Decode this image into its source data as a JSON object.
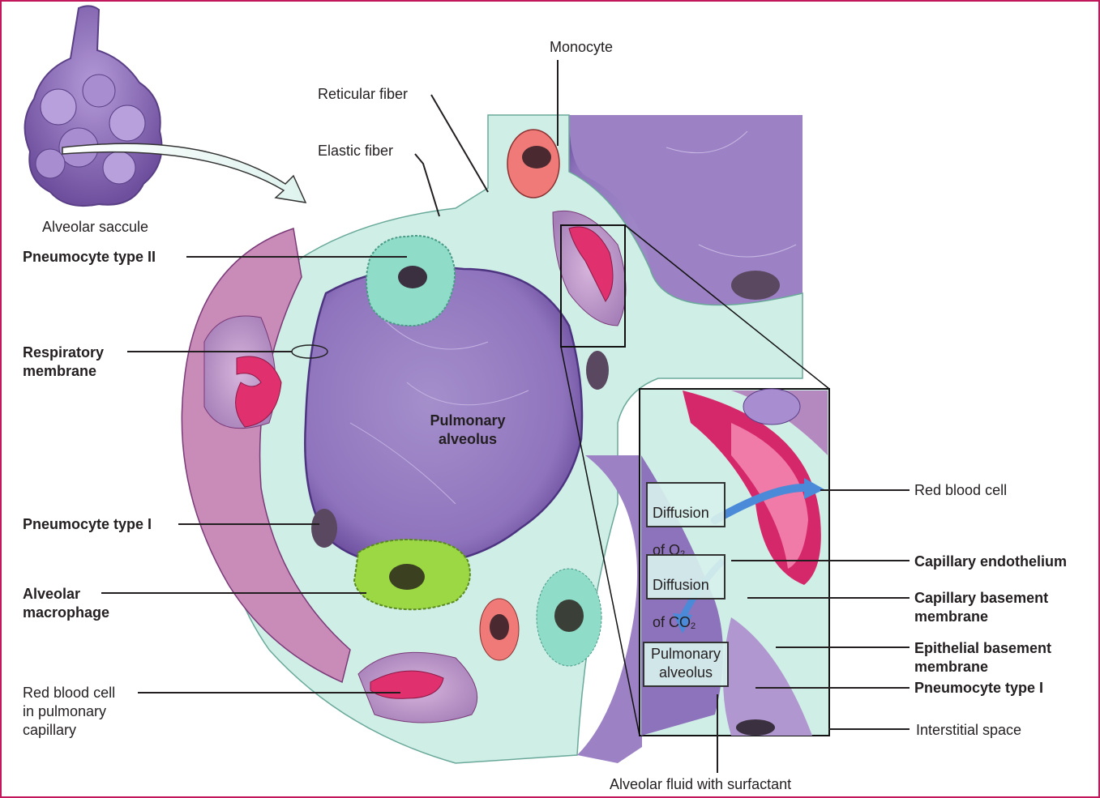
{
  "colors": {
    "frame": "#c2185b",
    "interstitial": "#cfeee6",
    "alveolus": "#9c82c2",
    "alveolus_dark": "#6a4c9c",
    "capillary": "#c8a0d0",
    "rbc": "#e0306e",
    "pneumocyte2": "#8fdcc8",
    "macrophage": "#9bd844",
    "monocyte": "#ef7a78",
    "saccule": "#8c6cb8"
  },
  "labels": {
    "monocyte": "Monocyte",
    "reticular_fiber": "Reticular fiber",
    "elastic_fiber": "Elastic fiber",
    "alveolar_saccule": "Alveolar saccule",
    "pneumocyte_type_2": "Pneumocyte type II",
    "respiratory_membrane": "Respiratory\nmembrane",
    "pulmonary_alveolus_main": "Pulmonary\nalveolus",
    "pneumocyte_type_1_left": "Pneumocyte type I",
    "alveolar_macrophage": "Alveolar\nmacrophage",
    "rbc_capillary": "Red blood cell\nin pulmonary\ncapillary",
    "red_blood_cell": "Red blood cell",
    "capillary_endothelium": "Capillary endothelium",
    "capillary_basement_membrane": "Capillary basement\nmembrane",
    "epithelial_basement_membrane": "Epithelial basement\nmembrane",
    "pneumocyte_type_1_right": "Pneumocyte type I",
    "interstitial_space": "Interstitial space",
    "alveolar_fluid": "Alveolar fluid with surfactant"
  },
  "inset_boxes": {
    "diffusion_o2_line1": "Diffusion",
    "diffusion_o2_line2": "of O",
    "diffusion_o2_sub": "2",
    "diffusion_co2_line1": "Diffusion",
    "diffusion_co2_line2": "of CO",
    "diffusion_co2_sub": "2",
    "pulmonary_alveolus_inset": "Pulmonary\nalveolus"
  }
}
